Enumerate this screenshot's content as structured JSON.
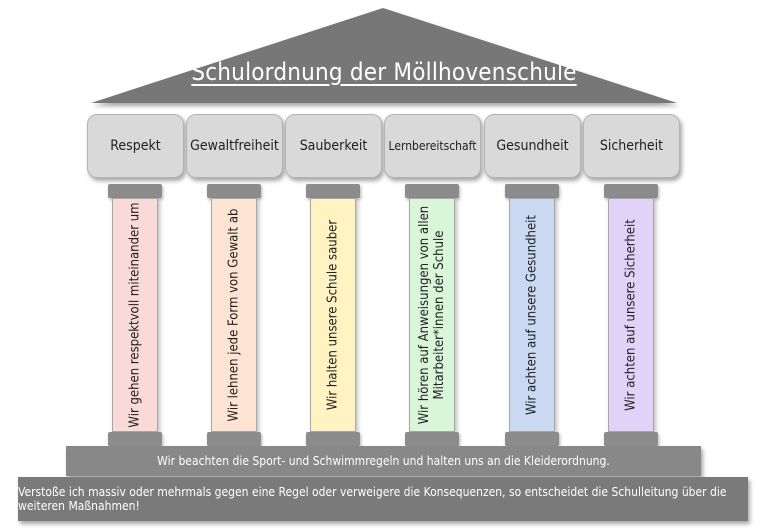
{
  "title": "Schulordnung der Möllhovenschule",
  "values": [
    "Respekt",
    "Gewaltfreiheit",
    "Sauberkeit",
    "Lernbereitschaft",
    "Gesundheit",
    "Sicherheit"
  ],
  "pillars": [
    {
      "text": "Wir gehen respektvoll miteinander um",
      "color": "#f9dad8"
    },
    {
      "text": "Wir lehnen jede Form von Gewalt ab",
      "color": "#fde3d1"
    },
    {
      "text": "Wir halten unsere Schule sauber",
      "color": "#fff3c2"
    },
    {
      "text": "Wir hören auf Anweisungen von allen Mitarbeiter*innen der Schule",
      "color": "#d9f6d9"
    },
    {
      "text": "Wir achten auf unsere Gesundheit",
      "color": "#cad9f1"
    },
    {
      "text": "Wir achten auf unsere Sicherheit",
      "color": "#e1d3f7"
    }
  ],
  "foundation": {
    "upper": "Wir beachten die Sport- und Schwimmregeln und halten uns an die Kleiderordnung.",
    "lower": "Verstoße ich massiv oder mehrmals gegen eine Regel oder verweigere die Konsequenzen, so entscheidet die Schulleitung über die weiteren Maßnahmen!"
  },
  "colors": {
    "roof": "#777777",
    "capital": "#8c8c8c",
    "value_box": "#d9d9d9"
  }
}
